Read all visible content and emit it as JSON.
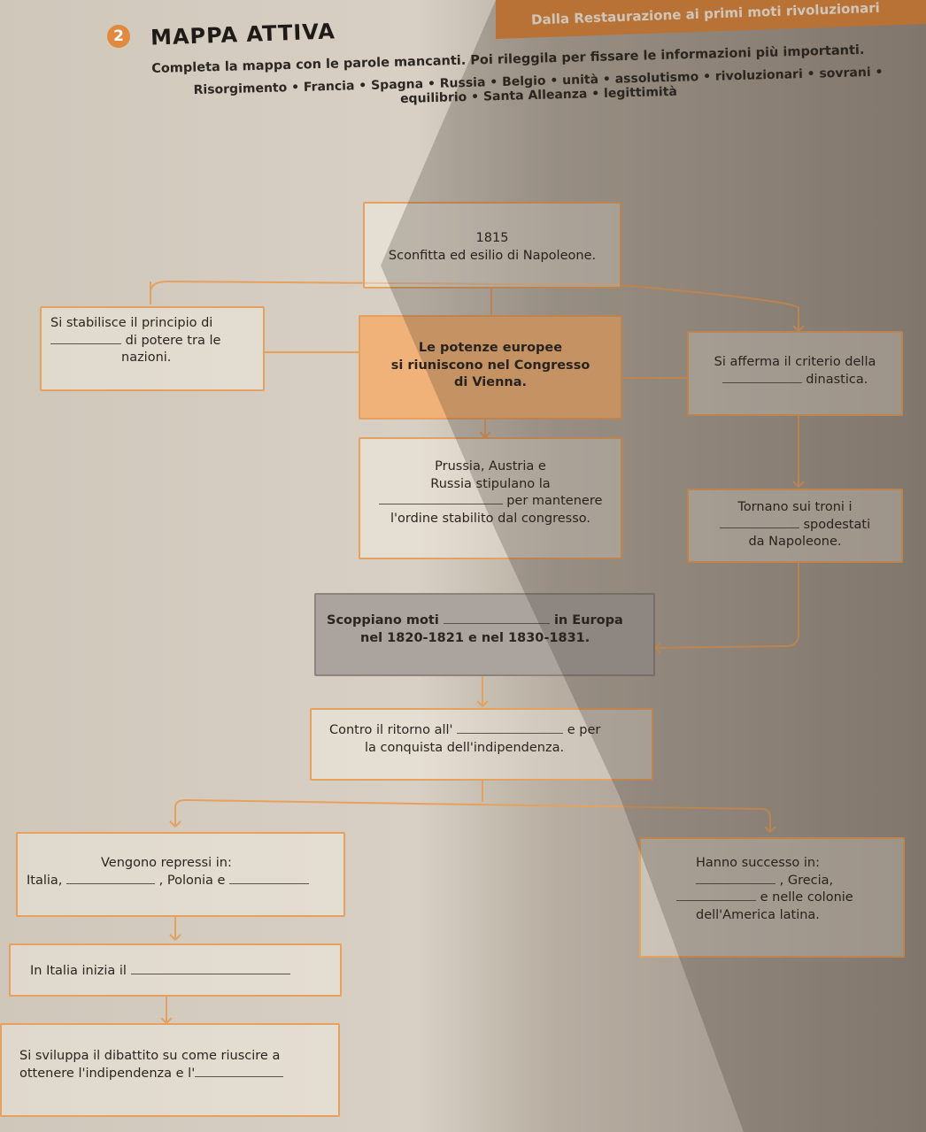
{
  "header": {
    "chapter_title": "Dalla Restaurazione ai primi moti rivoluzionari"
  },
  "activity": {
    "number": "2",
    "title": "MAPPA ATTIVA",
    "instructions": "Completa la mappa con le parole mancanti. Poi rileggila per fissare le informazioni più importanti.",
    "word_bank_line1": "Risorgimento • Francia • Spagna • Russia • Belgio • unità • assolutismo • rivoluzionari • sovrani •",
    "word_bank_line2": "equilibrio • Santa Alleanza • legittimità"
  },
  "map": {
    "top": {
      "line1": "1815",
      "line2": "Sconfitta ed esilio di Napoleone."
    },
    "congress": {
      "line1": "Le potenze europee",
      "line2": "si riuniscono nel Congresso",
      "line3": "di Vienna."
    },
    "left_principle": {
      "line1": "Si stabilisce il principio di",
      "line2": "di potere tra le",
      "line3": "nazioni."
    },
    "right_principle": {
      "line1": "Si afferma il criterio della",
      "line2": "dinastica."
    },
    "alliance": {
      "line1": "Prussia, Austria e",
      "line2": "Russia stipulano la",
      "line3": "per mantenere",
      "line4": "l'ordine stabilito dal congresso."
    },
    "thrones": {
      "line1": "Tornano sui troni i",
      "line2": "spodestati",
      "line3": "da Napoleone."
    },
    "uprisings": {
      "line1a": "Scoppiano moti",
      "line1b": "in Europa",
      "line2": "nel 1820-1821 e nel 1830-1831."
    },
    "against": {
      "line1a": "Contro il ritorno all'",
      "line1b": "e per",
      "line2": "la conquista dell'indipendenza."
    },
    "repressed": {
      "line1": "Vengono repressi in:",
      "line2a": "Italia,",
      "line2b": ", Polonia e"
    },
    "success": {
      "line1": "Hanno successo in:",
      "line2": ", Grecia,",
      "line3": "e nelle colonie",
      "line4": "dell'America latina."
    },
    "italy": {
      "line1": "In Italia inizia il"
    },
    "debate": {
      "line1": "Si sviluppa il dibattito su come riuscire a",
      "line2": "ottenere l'indipendenza e l'"
    }
  }
}
